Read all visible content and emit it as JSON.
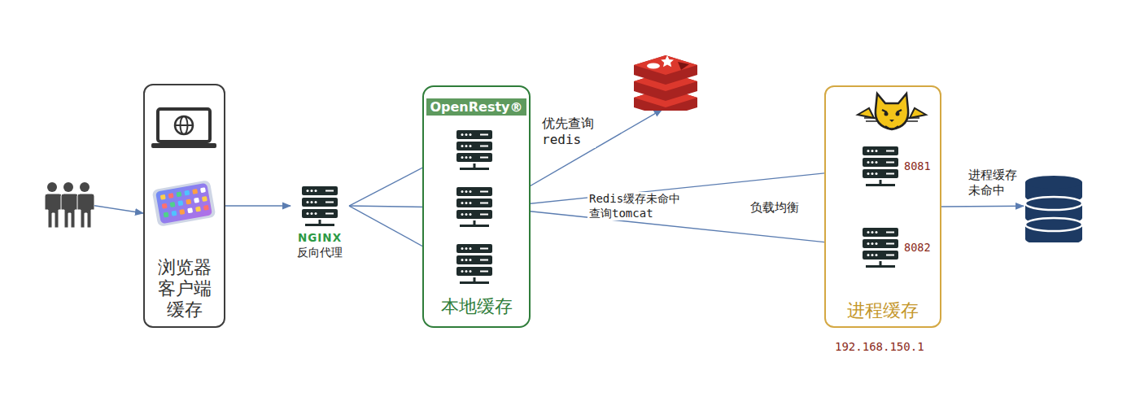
{
  "diagram": {
    "nodes": [
      {
        "text": []
      },
      {
        "text": [
          "浏览器 客户端 缓存"
        ]
      },
      {
        "text": [
          "NGINX",
          "反向代理"
        ]
      },
      {
        "text": [
          "OpenResty®",
          "本地缓存"
        ]
      },
      {
        "text": [],
        "in": 3
      },
      {
        "text": [],
        "in": 3
      },
      {
        "text": [],
        "in": 3
      },
      {
        "text": []
      },
      {
        "text": [
          "进程缓存"
        ]
      },
      {
        "text": [
          "8081"
        ],
        "in": 8
      },
      {
        "text": [
          "8082"
        ],
        "in": 8
      },
      {
        "text": []
      }
    ],
    "edges": [
      {
        "from": 0,
        "to": 1,
        "arrow": "to"
      },
      {
        "from": 1,
        "to": 2,
        "arrow": "to"
      },
      {
        "from": 2,
        "to": 4,
        "arrow": "to"
      },
      {
        "from": 2,
        "to": 5,
        "arrow": "to"
      },
      {
        "from": 2,
        "to": 6,
        "arrow": "to"
      },
      {
        "from": 5,
        "to": 7,
        "label": "优先查询 redis",
        "arrow": "to"
      },
      {
        "from": 5,
        "to": 9,
        "label": "Redis缓存未命中 查询tomcat",
        "arrow": "to"
      },
      {
        "from": 5,
        "to": 10,
        "label": "负载均衡",
        "arrow": "to"
      },
      {
        "from": 8,
        "to": 11,
        "label": "进程缓存 未命中",
        "arrow": "to"
      }
    ],
    "labels": [
      "192.168.150.1"
    ]
  }
}
